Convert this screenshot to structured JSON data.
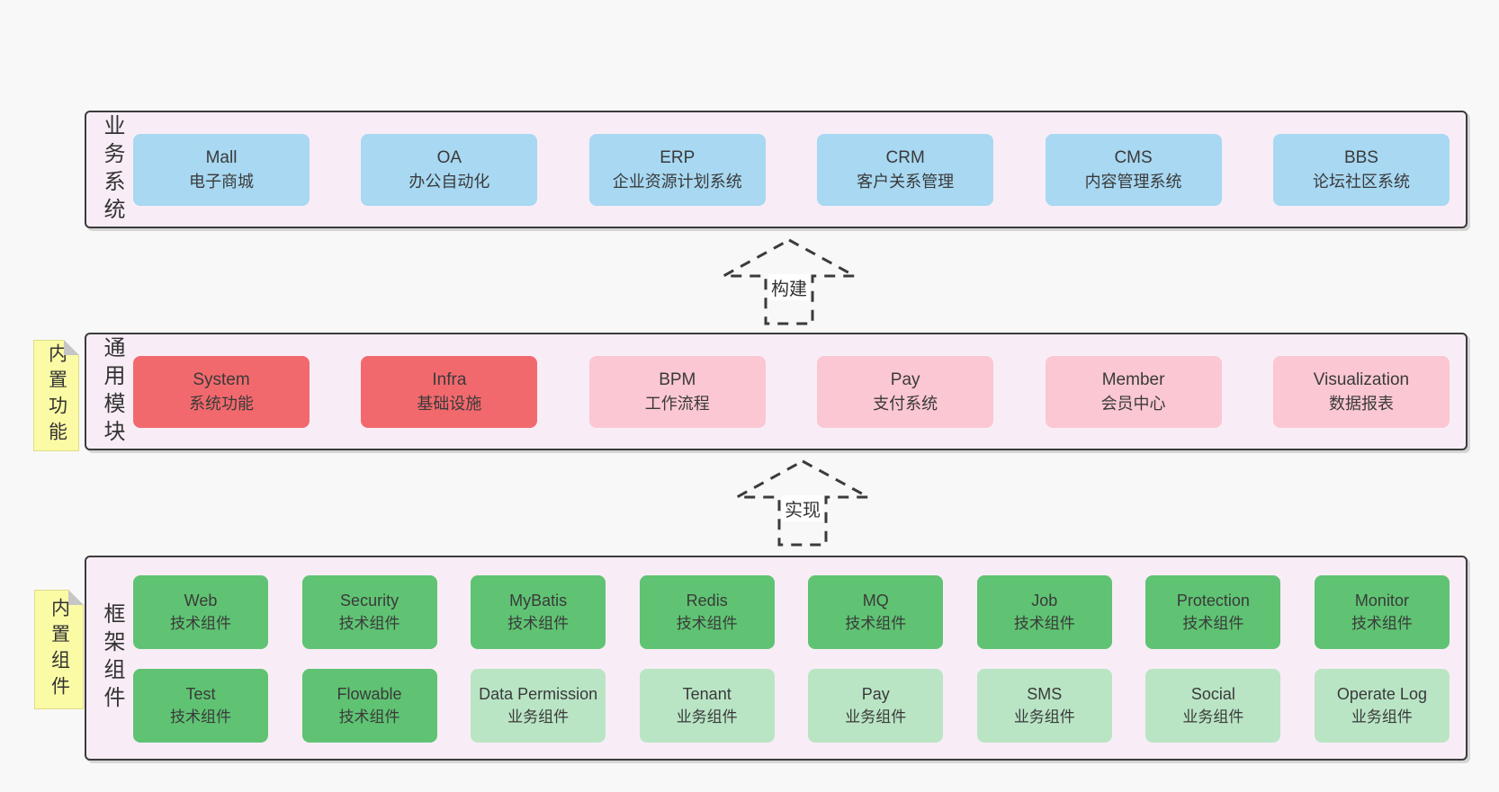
{
  "colors": {
    "page_bg": "#f8f8f8",
    "band_bg": "#f8edf6",
    "band_border": "#3b3b3b",
    "blue": "#a8d8f2",
    "red": "#f2696d",
    "pink": "#fac7d2",
    "green": "#5fc373",
    "green_light": "#b9e5c5",
    "note_yellow": "#fbfba5",
    "note_fold": "#c6c6c6",
    "text": "#3a3a3a"
  },
  "bands": [
    {
      "label": "业务系统",
      "boxes": [
        {
          "name": "Mall",
          "desc": "电子商城"
        },
        {
          "name": "OA",
          "desc": "办公自动化"
        },
        {
          "name": "ERP",
          "desc": "企业资源计划系统"
        },
        {
          "name": "CRM",
          "desc": "客户关系管理"
        },
        {
          "name": "CMS",
          "desc": "内容管理系统"
        },
        {
          "name": "BBS",
          "desc": "论坛社区系统"
        }
      ]
    },
    {
      "label": "通用模块",
      "note": "内置功能",
      "boxes": [
        {
          "name": "System",
          "desc": "系统功能"
        },
        {
          "name": "Infra",
          "desc": "基础设施"
        },
        {
          "name": "BPM",
          "desc": "工作流程"
        },
        {
          "name": "Pay",
          "desc": "支付系统"
        },
        {
          "name": "Member",
          "desc": "会员中心"
        },
        {
          "name": "Visualization",
          "desc": "数据报表"
        }
      ]
    },
    {
      "label": "框架组件",
      "note": "内置组件",
      "row1": [
        {
          "name": "Web",
          "desc": "技术组件"
        },
        {
          "name": "Security",
          "desc": "技术组件"
        },
        {
          "name": "MyBatis",
          "desc": "技术组件"
        },
        {
          "name": "Redis",
          "desc": "技术组件"
        },
        {
          "name": "MQ",
          "desc": "技术组件"
        },
        {
          "name": "Job",
          "desc": "技术组件"
        },
        {
          "name": "Protection",
          "desc": "技术组件"
        },
        {
          "name": "Monitor",
          "desc": "技术组件"
        }
      ],
      "row2": [
        {
          "name": "Test",
          "desc": "技术组件"
        },
        {
          "name": "Flowable",
          "desc": "技术组件"
        },
        {
          "name": "Data Permission",
          "desc": "业务组件"
        },
        {
          "name": "Tenant",
          "desc": "业务组件"
        },
        {
          "name": "Pay",
          "desc": "业务组件"
        },
        {
          "name": "SMS",
          "desc": "业务组件"
        },
        {
          "name": "Social",
          "desc": "业务组件"
        },
        {
          "name": "Operate Log",
          "desc": "业务组件"
        }
      ]
    }
  ],
  "arrows": [
    {
      "label": "构建"
    },
    {
      "label": "实现"
    }
  ]
}
